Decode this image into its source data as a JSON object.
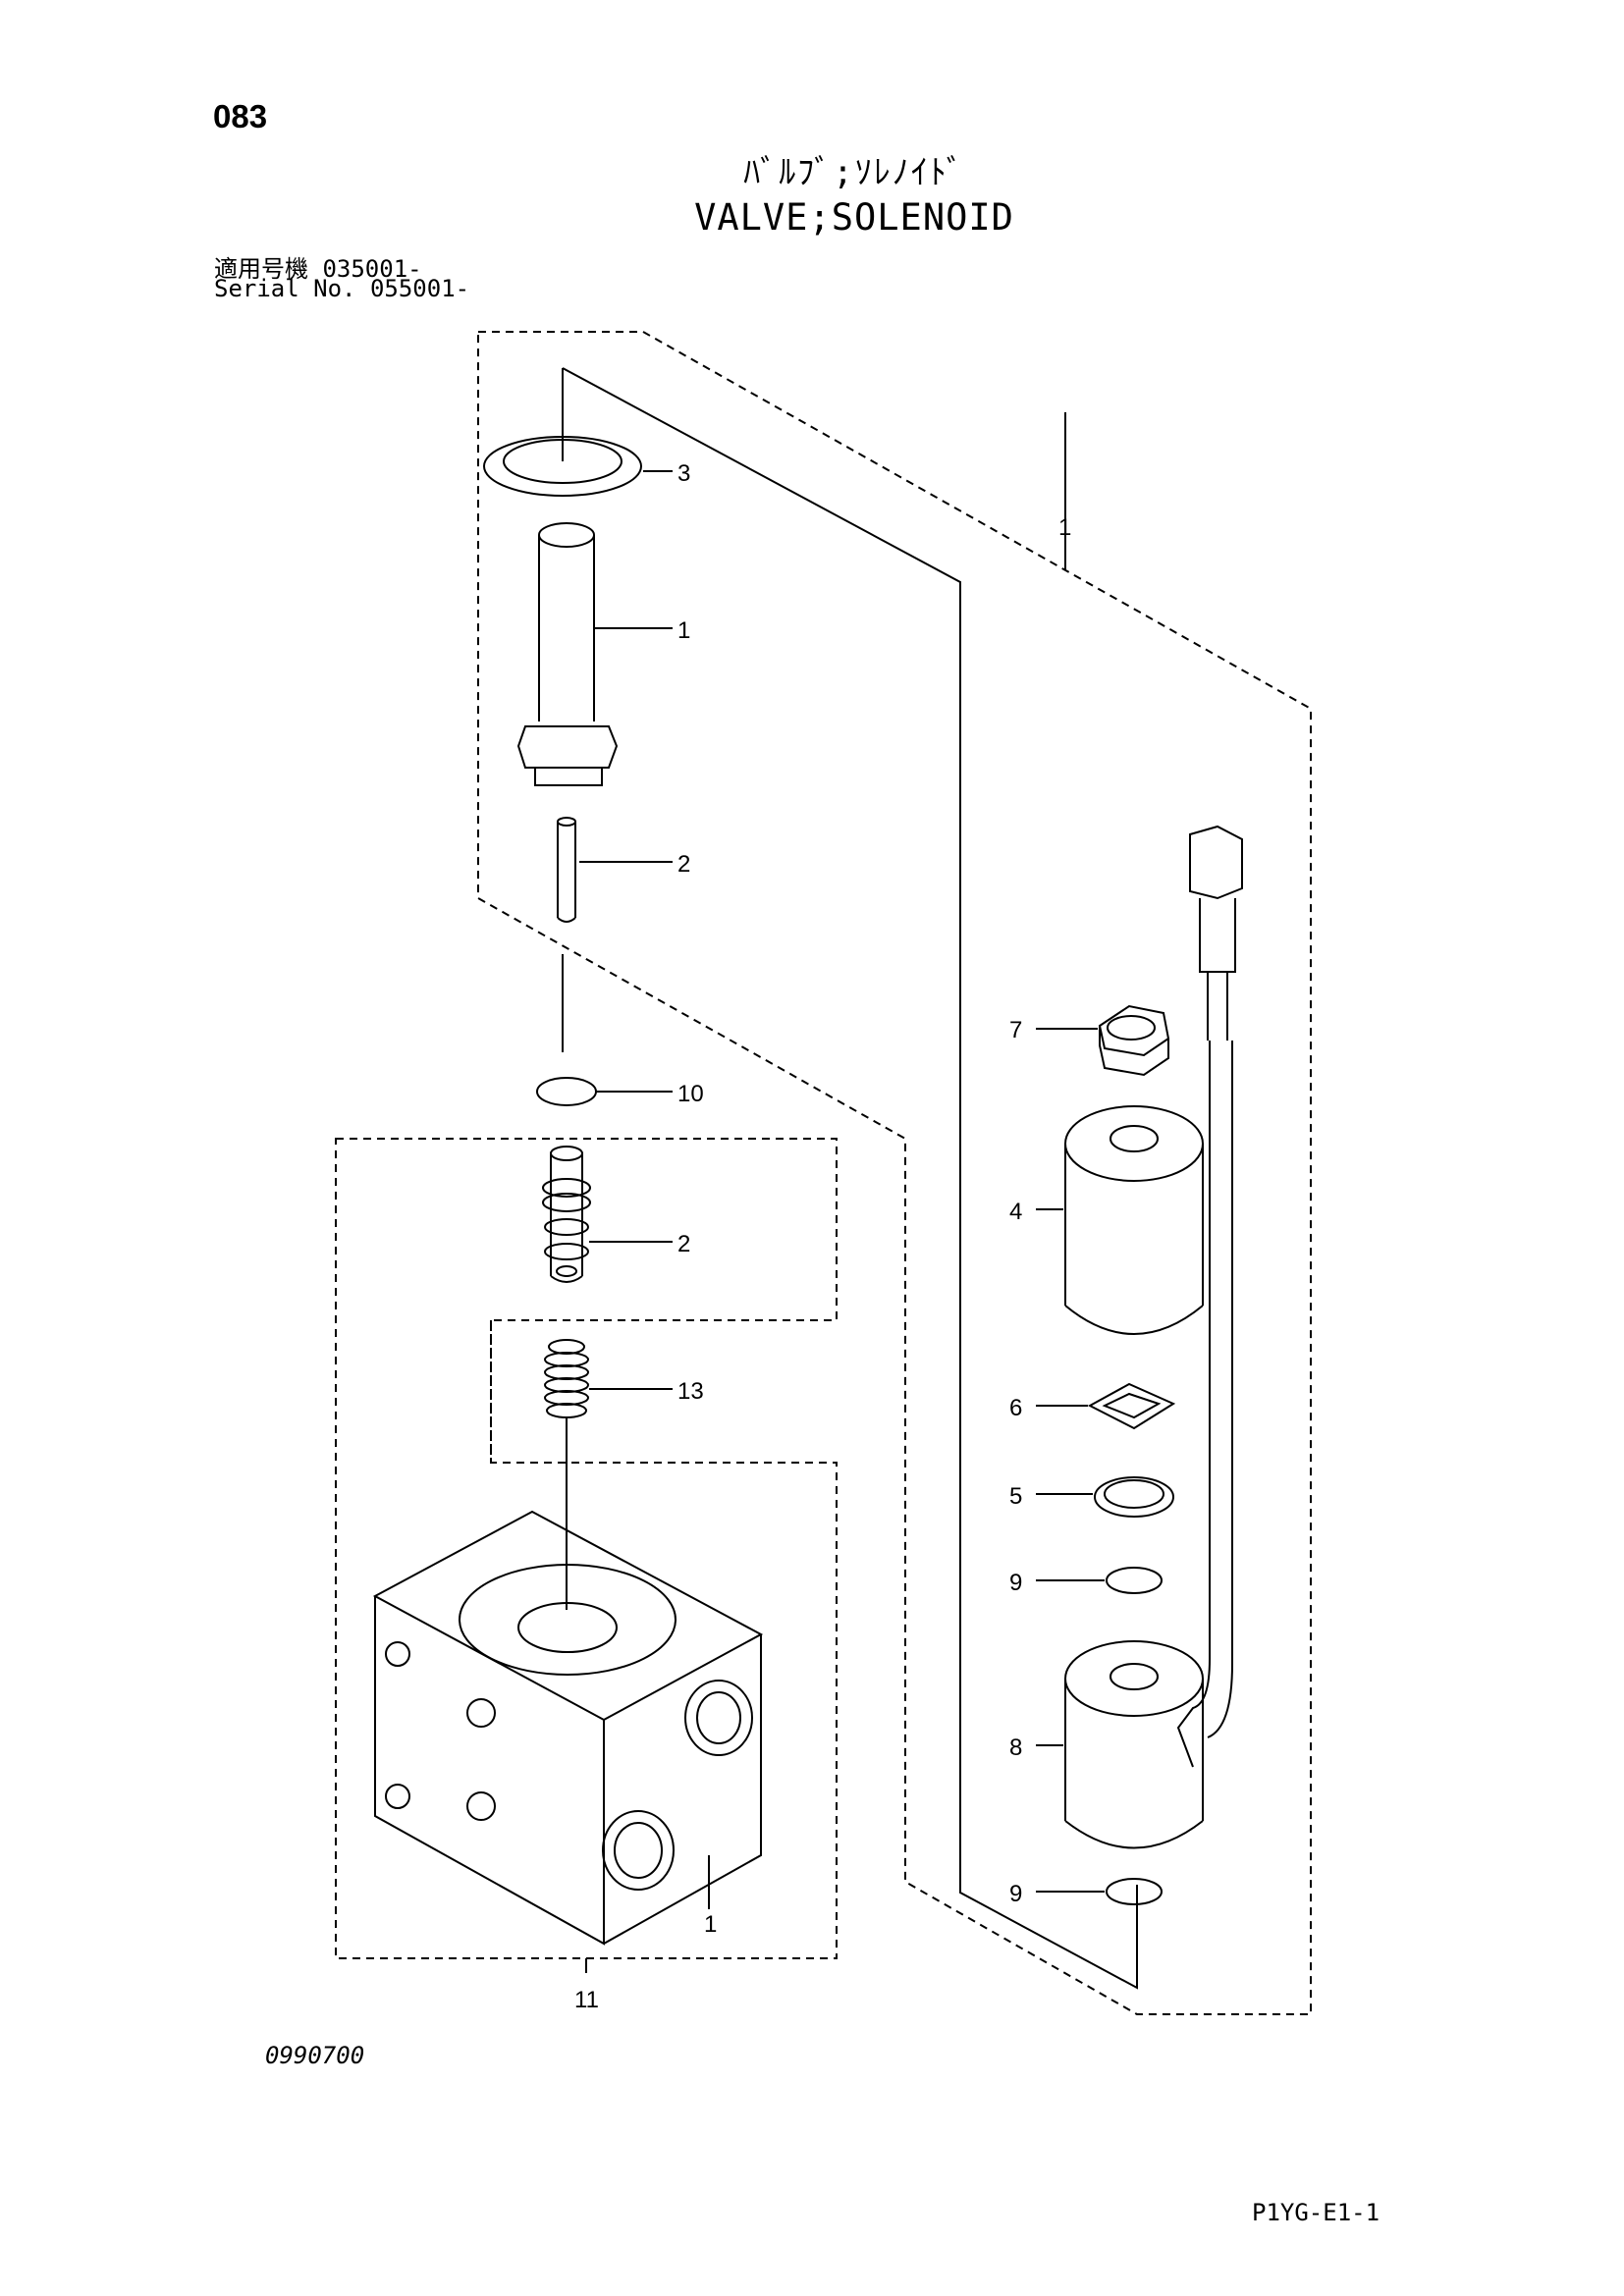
{
  "header": {
    "page_number": "083",
    "title_jp": "ﾊﾞﾙﾌﾞ;ｿﾚﾉｲﾄﾞ",
    "title_en": "VALVE;SOLENOID",
    "serial_line1": "適用号機 035001-",
    "serial_line2": "Serial No. 055001-"
  },
  "callouts": {
    "assembly_1": "1",
    "seal_ring": "3",
    "tube": "1",
    "pin": "2",
    "oring_10": "10",
    "spool": "2",
    "spring": "13",
    "body": "1",
    "cartridge_11": "11",
    "nut": "7",
    "coil_4": "4",
    "plate_6": "6",
    "washer_5": "5",
    "oring_9a": "9",
    "coil_8": "8",
    "oring_9b": "9"
  },
  "footer": {
    "reference": "0990700",
    "sheet_code": "P1YG-E1-1"
  }
}
